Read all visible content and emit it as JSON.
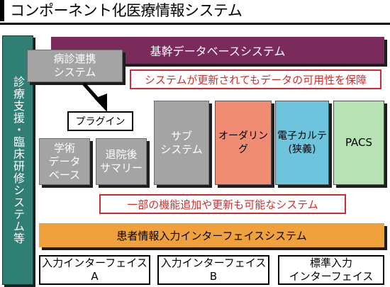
{
  "title": "コンポーネント化医療情報システム",
  "vertical_label": "診療支援・臨床研修システム等",
  "db_bar": "基幹データベースシステム",
  "link_box": "病診連携\nシステム",
  "note_top": "システムが更新されてもデータの可用性を保障",
  "plugin": "プラグイン",
  "modules": [
    {
      "label": "学術\nデータ\nベース"
    },
    {
      "label": "退院後\nサマリー"
    },
    {
      "label": "サブ\nシステム"
    },
    {
      "label": "オーダリング"
    },
    {
      "label": "電子カルテ\n(狭義)"
    },
    {
      "label": "PACS"
    }
  ],
  "note_bottom": "一部の機能追加や更新も可能なシステム",
  "interface_bar": "患者情報入力インターフェイスシステム",
  "interfaces": [
    {
      "label": "入力インターフェイス\nA"
    },
    {
      "label": "入力インターフェイス\nB"
    },
    {
      "label": "標準入力\nインターフェイス"
    }
  ],
  "colors": {
    "teal": "#2f7f74",
    "purple": "#7a2b5c",
    "gray": "#a4a4a4",
    "salmon": "#f08c73",
    "light_blue": "#6ec3dd",
    "light_green": "#b7e2b3",
    "orange": "#f0a13c",
    "red": "#d42c2c"
  }
}
